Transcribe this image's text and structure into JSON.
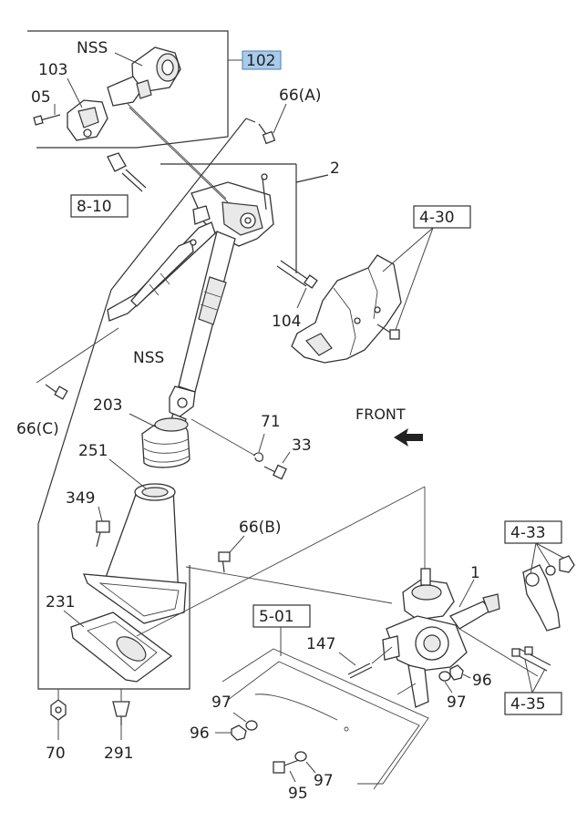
{
  "labels": {
    "nss_top": "NSS",
    "nss_mid": "NSS",
    "ref_102": "102",
    "p103": "103",
    "p05": "05",
    "p66a": "66(A)",
    "p2": "2",
    "ref_8_10": "8-10",
    "ref_4_30": "4-30",
    "p104": "104",
    "p203": "203",
    "p71": "71",
    "p33": "33",
    "front": "FRONT",
    "p66c": "66(C)",
    "p251": "251",
    "p349": "349",
    "p66b": "66(B)",
    "p1": "1",
    "ref_4_33": "4-33",
    "p231": "231",
    "ref_5_01": "5-01",
    "p147": "147",
    "p96a": "96",
    "p97a": "97",
    "ref_4_35": "4-35",
    "p97b": "97",
    "p96b": "96",
    "p70": "70",
    "p291": "291",
    "p97c": "97",
    "p95": "95"
  },
  "colors": {
    "highlight": "#a9cbea",
    "line": "#333333"
  }
}
